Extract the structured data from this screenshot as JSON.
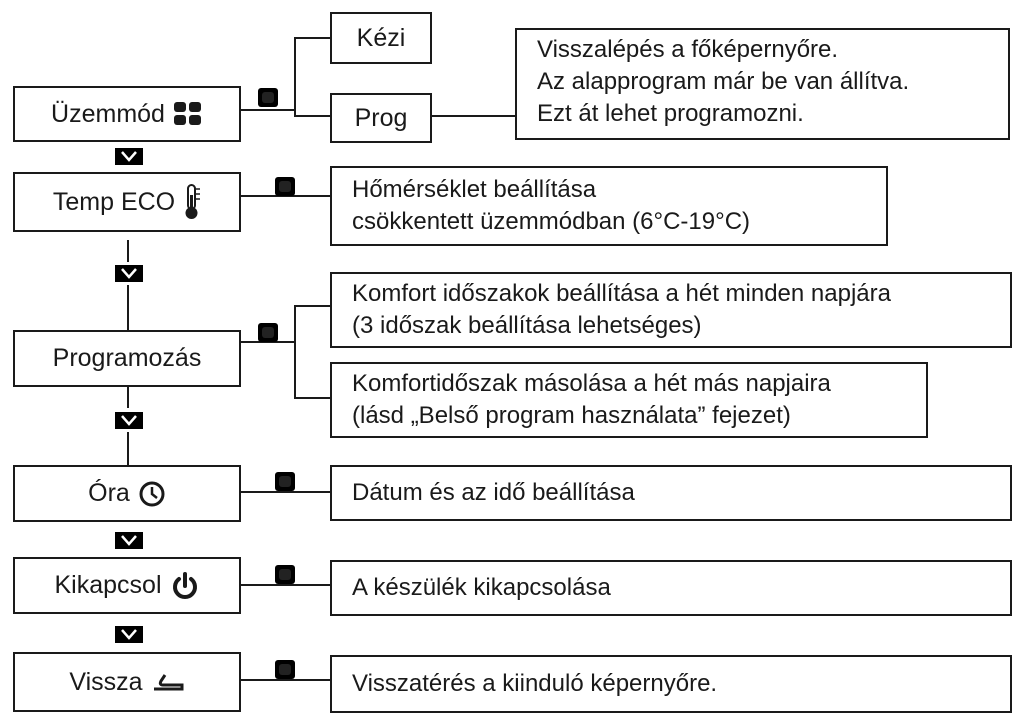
{
  "menu": [
    {
      "label": "Üzemmód",
      "icon": "mode-grid-icon"
    },
    {
      "label": "Temp ECO",
      "icon": "thermometer-icon"
    },
    {
      "label": "Programozás",
      "icon": ""
    },
    {
      "label": "Óra",
      "icon": "clock-icon"
    },
    {
      "label": "Kikapcsol",
      "icon": "power-icon"
    },
    {
      "label": "Vissza",
      "icon": "return-icon"
    }
  ],
  "submenu": {
    "manual": "Kézi",
    "program": "Prog"
  },
  "descriptions": {
    "prog": [
      "Visszalépés a főképernyőre.",
      "Az alapprogram már be van állítva.",
      "Ezt át lehet programozni."
    ],
    "temp_eco": [
      "Hőmérséklet beállítása",
      "csökkentett üzemmódban (6°C-19°C)"
    ],
    "programming_1": [
      "Komfort időszakok beállítása a hét minden napjára",
      "(3 időszak beállítása lehetséges)"
    ],
    "programming_2": [
      "Komfortidőszak másolása a hét más napjaira",
      "(lásd „Belső program használata” fejezet)"
    ],
    "clock": "Dátum és az idő beállítása",
    "power": "A készülék kikapcsolása",
    "back": "Visszatérés a kiinduló képernyőre."
  },
  "colors": {
    "ink": "#1a1a1a",
    "button": "#000000"
  }
}
